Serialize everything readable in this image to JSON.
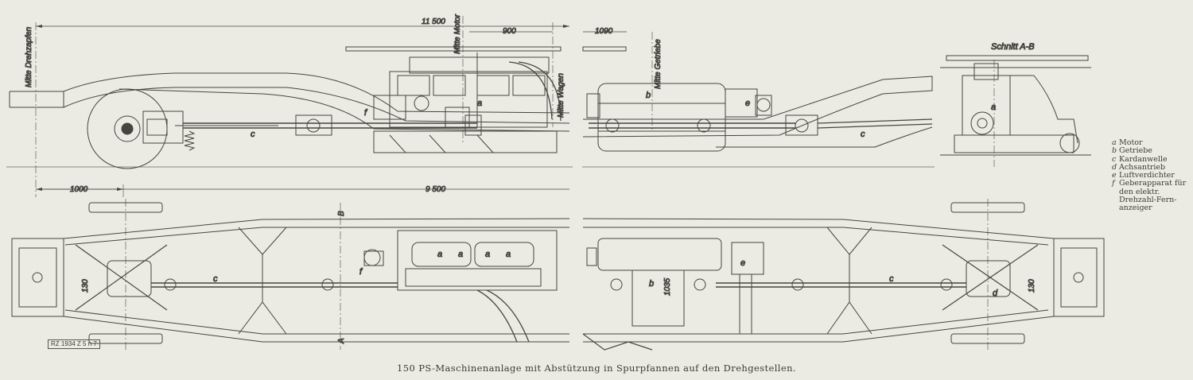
{
  "figure": {
    "side_view": {
      "dimensions": {
        "overall_length": "11 500",
        "motor_offset": "900",
        "gearbox_offset": "1090",
        "bogie_offset": "1000",
        "bogie_spacing": "9 500"
      },
      "center_lines": {
        "pivot": "Mitte Drehzapfen",
        "motor": "Mitte Motor",
        "car": "Mitte Wagen",
        "gearbox": "Mitte Getriebe"
      },
      "part_labels": {
        "a": "a",
        "b": "b",
        "c_left": "c",
        "c_right": "c",
        "e": "e",
        "f": "f"
      }
    },
    "section": {
      "title": "Schnitt A-B",
      "part_a": "a"
    },
    "plan_view": {
      "cut_top": "B",
      "cut_bottom": "A",
      "dim_left": "130",
      "dim_right": "130",
      "dim_gearbox": "1035",
      "part_labels": {
        "a1": "a",
        "a2": "a",
        "a3": "a",
        "a4": "a",
        "b": "b",
        "c_left": "c",
        "c_right": "c",
        "d": "d",
        "e": "e",
        "f": "f"
      }
    },
    "legend": [
      {
        "key": "a",
        "text": "Motor"
      },
      {
        "key": "b",
        "text": "Getriebe"
      },
      {
        "key": "c",
        "text": "Kardanwelle"
      },
      {
        "key": "d",
        "text": "Achsantrieb"
      },
      {
        "key": "e",
        "text": "Luftverdichter"
      },
      {
        "key": "f",
        "text": "Geberapparat für den elektr. Drehzahl-Fern-anzeiger"
      }
    ],
    "stamp": "RZ 1934 Z 5 n 7",
    "caption": "150 PS-Maschinenanlage mit Abstützung in Spurpfannen auf den Drehgestellen."
  },
  "colors": {
    "paper": "#ecebe3",
    "ink": "#45453f",
    "ink_light": "#8a8a82"
  }
}
